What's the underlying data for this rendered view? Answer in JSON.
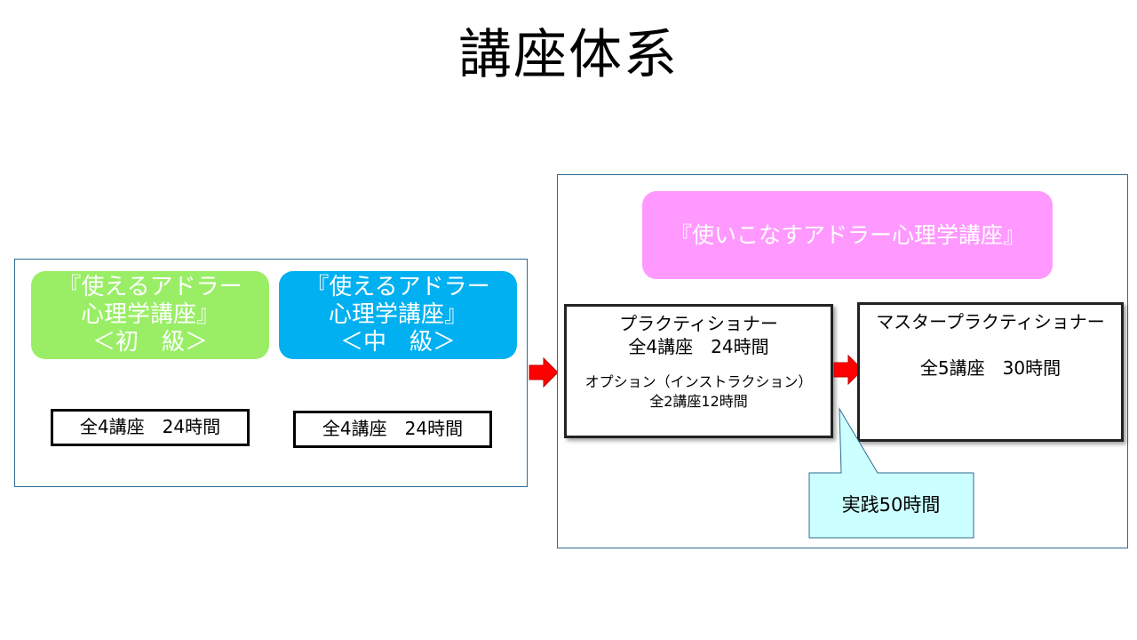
{
  "title": "講座体系",
  "beginner": {
    "lines": [
      "『使えるアドラー",
      "心理学講座』",
      "＜初　級＞"
    ],
    "hours": "全4講座　24時間"
  },
  "intermediate": {
    "lines": [
      "『使えるアドラー",
      "心理学講座』",
      "＜中　級＞"
    ],
    "hours": "全4講座　24時間"
  },
  "advanced": {
    "title": "『使いこなすアドラー心理学講座』",
    "practitioner": {
      "name": "プラクティショナー",
      "hours": "全4講座　24時間",
      "option": "オプション（インストラクション）",
      "option_hours": "全2講座12時間"
    },
    "master": {
      "name": "マスタープラクティショナー",
      "hours": "全5講座　30時間"
    },
    "practice": "実践50時間"
  },
  "colors": {
    "beginner": "#99ee66",
    "intermediate": "#00b0f0",
    "advanced": "#ff99ff",
    "callout": "#ccffff",
    "arrow": "#ff0000",
    "panel_border": "#2e6b93"
  }
}
